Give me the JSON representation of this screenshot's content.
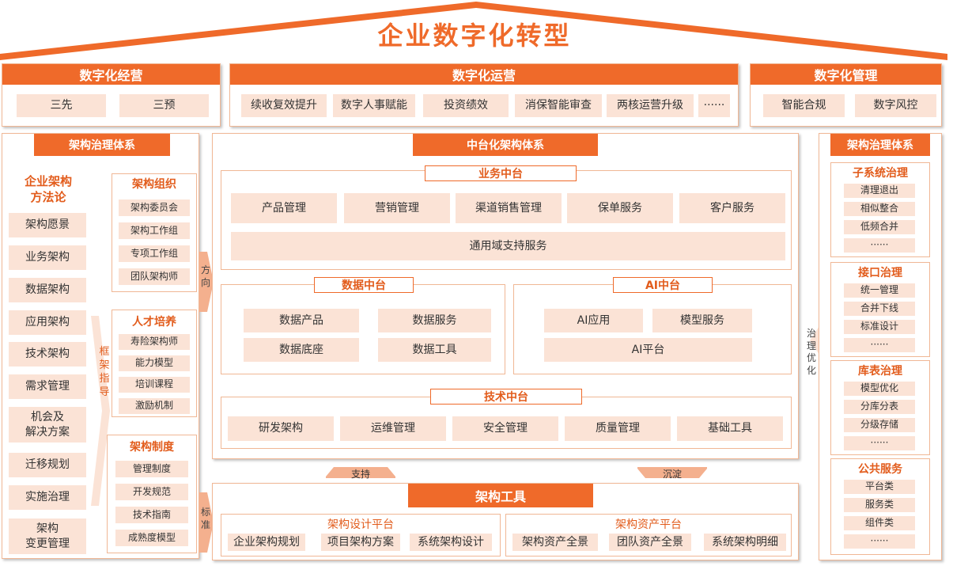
{
  "title": "企业数字化转型",
  "top": {
    "jingying": {
      "title": "数字化经营",
      "items": [
        "三先",
        "三预"
      ]
    },
    "yunying": {
      "title": "数字化运营",
      "items": [
        "续收复效提升",
        "数字人事赋能",
        "投资绩效",
        "消保智能审查",
        "两核运营升级",
        "······"
      ]
    },
    "guanli": {
      "title": "数字化管理",
      "items": [
        "智能合规",
        "数字风控"
      ]
    }
  },
  "left": {
    "title": "架构治理体系",
    "method_title": "企业架构方法论",
    "method_lines": [
      "企业架构",
      "方法论"
    ],
    "methods": [
      "架构愿景",
      "业务架构",
      "数据架构",
      "应用架构",
      "技术架构",
      "需求管理",
      "机会及\n解决方案",
      "迁移规划",
      "实施治理",
      "架构\n变更管理"
    ],
    "side_label": "框架指导",
    "org": {
      "title": "架构组织",
      "items": [
        "架构委员会",
        "架构工作组",
        "专项工作组",
        "团队架构师"
      ]
    },
    "talent": {
      "title": "人才培养",
      "items": [
        "寿险架构师",
        "能力模型",
        "培训课程",
        "激励机制"
      ]
    },
    "rules": {
      "title": "架构制度",
      "items": [
        "管理制度",
        "开发规范",
        "技术指南",
        "成熟度模型"
      ]
    }
  },
  "arrows": {
    "direction": "方向",
    "standard": "标准",
    "support": "支持",
    "deposit": "沉淀",
    "optimize": "治理优化"
  },
  "center": {
    "title": "中台化架构体系",
    "business": {
      "title": "业务中台",
      "items": [
        "产品管理",
        "营销管理",
        "渠道销售管理",
        "保单服务",
        "客户服务"
      ],
      "wide": "通用域支持服务"
    },
    "data": {
      "title": "数据中台",
      "items": [
        "数据产品",
        "数据服务",
        "数据底座",
        "数据工具"
      ]
    },
    "ai": {
      "title": "AI中台",
      "items": [
        "AI应用",
        "模型服务"
      ],
      "wide": "AI平台"
    },
    "tech": {
      "title": "技术中台",
      "items": [
        "研发架构",
        "运维管理",
        "安全管理",
        "质量管理",
        "基础工具"
      ]
    }
  },
  "tools": {
    "title": "架构工具",
    "design": {
      "title": "架构设计平台",
      "items": [
        "企业架构规划",
        "项目架构方案",
        "系统架构设计"
      ]
    },
    "asset": {
      "title": "架构资产平台",
      "items": [
        "架构资产全景",
        "团队资产全景",
        "系统架构明细"
      ]
    }
  },
  "right": {
    "title": "架构治理体系",
    "groups": [
      {
        "title": "子系统治理",
        "items": [
          "清理退出",
          "相似整合",
          "低频合并",
          "······"
        ]
      },
      {
        "title": "接口治理",
        "items": [
          "统一管理",
          "合并下线",
          "标准设计",
          "······"
        ]
      },
      {
        "title": "库表治理",
        "items": [
          "模型优化",
          "分库分表",
          "分级存储",
          "······"
        ]
      },
      {
        "title": "公共服务",
        "items": [
          "平台类",
          "服务类",
          "组件类",
          "······"
        ]
      }
    ]
  },
  "colors": {
    "accent": "#ef6a2a",
    "cell": "#fbe3d6",
    "border": "#f0b795"
  }
}
